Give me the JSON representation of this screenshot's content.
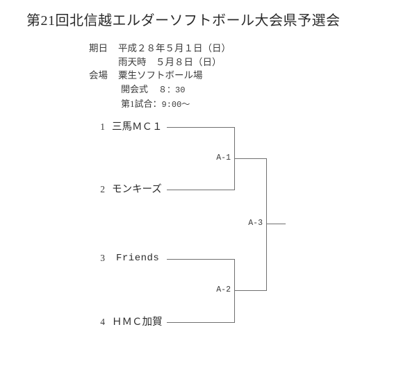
{
  "document": {
    "title": "第21回北信越エルダーソフトボール大会県予選会"
  },
  "info": {
    "date_label": "期日",
    "date_value": "平成２８年５月１日（日）",
    "rain_date_value": "雨天時　５月８日（日）",
    "venue_label": "会場",
    "venue_value": "粟生ソフトボール場",
    "ceremony_label": "開会式",
    "ceremony_time": "８：30",
    "first_game_label": "第1試合：",
    "first_game_time": "9:00～"
  },
  "bracket": {
    "teams": [
      {
        "seed": "1",
        "name": "三馬ＭＣ１",
        "script": "jp"
      },
      {
        "seed": "2",
        "name": "モンキーズ",
        "script": "jp"
      },
      {
        "seed": "3",
        "name": "Friends",
        "script": "latin"
      },
      {
        "seed": "4",
        "name": "ＨＭＣ加賀",
        "script": "jp"
      }
    ],
    "matches": [
      {
        "id": "A-1",
        "label": "A-1"
      },
      {
        "id": "A-2",
        "label": "A-2"
      },
      {
        "id": "A-3",
        "label": "A-3"
      }
    ]
  },
  "chart_data": {
    "type": "bracket",
    "title": "第21回北信越エルダーソフトボール大会県予選会",
    "rounds": 2,
    "entrants": 4,
    "seeds": [
      "1",
      "2",
      "3",
      "4"
    ],
    "teams": [
      "三馬ＭＣ１",
      "モンキーズ",
      "Friends",
      "ＨＭＣ加賀"
    ],
    "matchups": [
      {
        "match": "A-1",
        "round": 1,
        "teams": [
          "三馬ＭＣ１",
          "モンキーズ"
        ]
      },
      {
        "match": "A-2",
        "round": 1,
        "teams": [
          "Friends",
          "ＨＭＣ加賀"
        ]
      },
      {
        "match": "A-3",
        "round": 2,
        "teams": [
          "A-1 winner",
          "A-2 winner"
        ]
      }
    ]
  },
  "colors": {
    "line": "#6f6f6f",
    "text": "#2b2b2b",
    "background": "#ffffff"
  }
}
